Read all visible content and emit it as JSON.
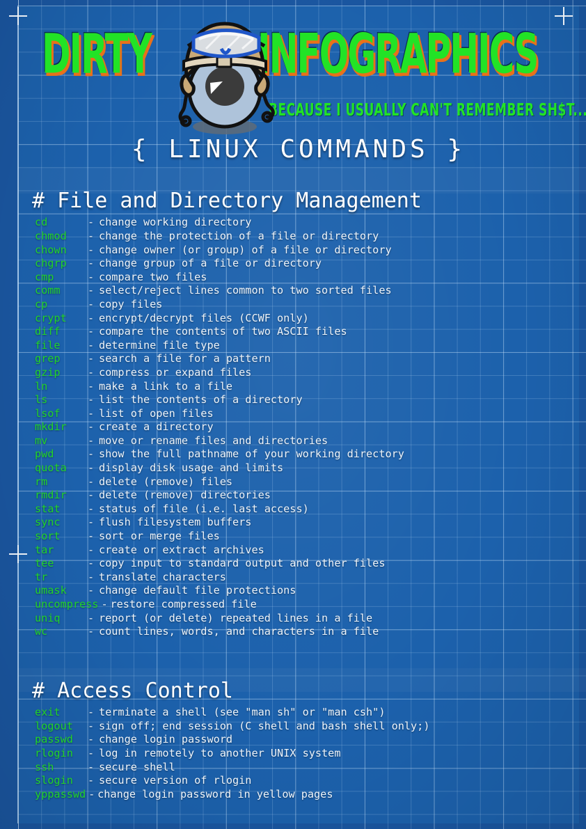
{
  "logo": {
    "word1": "DIRTY",
    "word2": "INFOGRAPHICS",
    "tagline": "BECAUSE I USUALLY CAN'T REMEMBER SH$T...",
    "mascot_name": "eyeball-pilot-helmet-mascot",
    "green": "#22e326",
    "orange": "#e8711a"
  },
  "doc": {
    "title": "{ LINUX COMMANDS }"
  },
  "colors": {
    "background_blue": "#1c61ac",
    "grid_line": "#bedcf8",
    "command_green": "#22d32b",
    "text_white": "#eef4fa"
  },
  "sections": [
    {
      "heading": "# File and Directory Management",
      "commands": [
        {
          "name": "cd",
          "sep": "-",
          "desc": "change working directory"
        },
        {
          "name": "chmod",
          "sep": "-",
          "desc": "change the protection of a file or directory"
        },
        {
          "name": "chown",
          "sep": "-",
          "desc": "change owner (or group) of a file or directory"
        },
        {
          "name": "chgrp",
          "sep": "-",
          "desc": "change group of a file or directory"
        },
        {
          "name": "cmp",
          "sep": "-",
          "desc": "compare two files"
        },
        {
          "name": "comm",
          "sep": "-",
          "desc": "select/reject lines common to two sorted files"
        },
        {
          "name": "cp",
          "sep": "-",
          "desc": "copy files"
        },
        {
          "name": "crypt",
          "sep": "-",
          "desc": "encrypt/decrypt files (CCWF only)"
        },
        {
          "name": "diff",
          "sep": "-",
          "desc": "compare the contents of two ASCII files"
        },
        {
          "name": "file",
          "sep": "-",
          "desc": "determine file type"
        },
        {
          "name": "grep",
          "sep": "-",
          "desc": "search a file for a pattern"
        },
        {
          "name": "gzip",
          "sep": "-",
          "desc": "compress or expand files"
        },
        {
          "name": "ln",
          "sep": "-",
          "desc": "make a link to a file"
        },
        {
          "name": "ls",
          "sep": "-",
          "desc": "list the contents of a directory"
        },
        {
          "name": "lsof",
          "sep": "-",
          "desc": "list of open files"
        },
        {
          "name": "mkdir",
          "sep": "-",
          "desc": "create a directory"
        },
        {
          "name": "mv",
          "sep": "-",
          "desc": "move or rename files and directories"
        },
        {
          "name": "pwd",
          "sep": "-",
          "desc": "show the full pathname of your working directory"
        },
        {
          "name": "quota",
          "sep": "-",
          "desc": "display disk usage and limits"
        },
        {
          "name": "rm",
          "sep": "-",
          "desc": "delete (remove) files"
        },
        {
          "name": "rmdir",
          "sep": "-",
          "desc": "delete (remove) directories"
        },
        {
          "name": "stat",
          "sep": "-",
          "desc": "status of file (i.e. last access)"
        },
        {
          "name": "sync",
          "sep": "-",
          "desc": "flush filesystem buffers"
        },
        {
          "name": "sort",
          "sep": "-",
          "desc": "sort or merge files"
        },
        {
          "name": "tar",
          "sep": "-",
          "desc": "create or extract archives"
        },
        {
          "name": "tee",
          "sep": "-",
          "desc": "copy input to standard output and other files"
        },
        {
          "name": "tr",
          "sep": "-",
          "desc": "translate characters"
        },
        {
          "name": "umask",
          "sep": "-",
          "desc": "change default file protections"
        },
        {
          "name": "uncompress",
          "sep": "-",
          "desc": "restore compressed file",
          "wide": true
        },
        {
          "name": "uniq",
          "sep": "-",
          "desc": "report (or delete) repeated lines in a file"
        },
        {
          "name": "wc",
          "sep": "-",
          "desc": "count lines, words, and characters in a file"
        }
      ]
    },
    {
      "heading": "# Access Control",
      "commands": [
        {
          "name": "exit",
          "sep": "-",
          "desc": "terminate a shell (see \"man sh\" or \"man csh\")"
        },
        {
          "name": "logout",
          "sep": "-",
          "desc": "sign off; end session (C shell and bash shell only;)"
        },
        {
          "name": "passwd",
          "sep": "-",
          "desc": "change login password"
        },
        {
          "name": "rlogin",
          "sep": "-",
          "desc": "log in remotely to another UNIX system"
        },
        {
          "name": "ssh",
          "sep": "-",
          "desc": "secure shell"
        },
        {
          "name": "slogin",
          "sep": "-",
          "desc": "secure version of rlogin"
        },
        {
          "name": "yppasswd",
          "sep": "-",
          "desc": "change login password in yellow pages",
          "wide": true
        }
      ]
    }
  ]
}
